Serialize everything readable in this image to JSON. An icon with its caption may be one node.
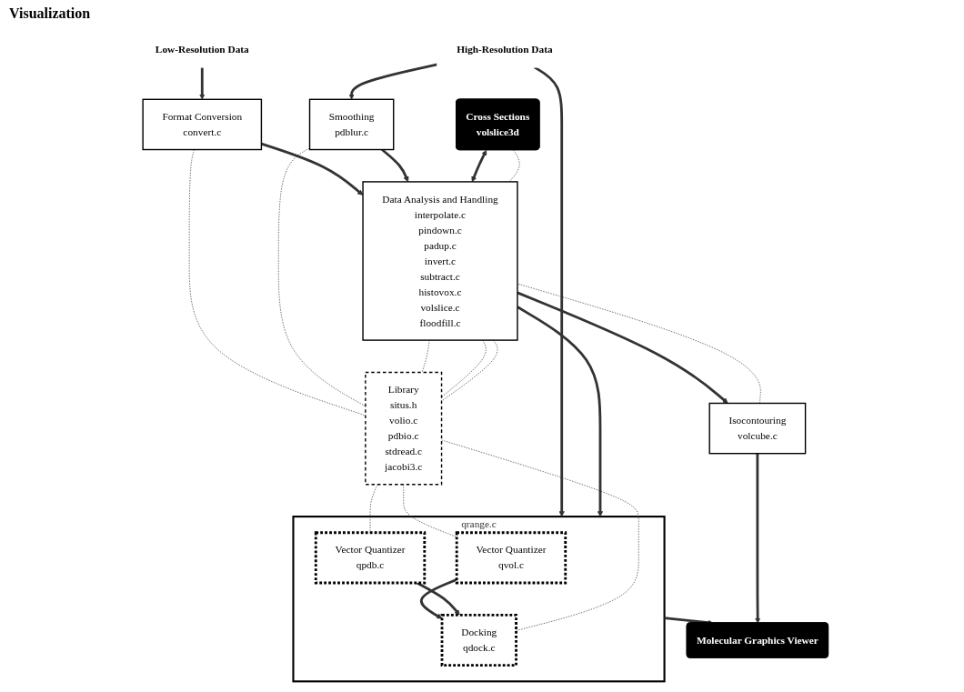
{
  "diagram": {
    "nodes": [
      {
        "text": [
          "Low-Resolution Data"
        ]
      },
      {
        "text": [
          "High-Resolution Data"
        ]
      },
      {
        "text": [
          "Format Conversion",
          "convert.c"
        ]
      },
      {
        "text": [
          "Data Analysis and Handling",
          "interpolate.c",
          "pindown.c",
          "padup.c",
          "invert.c",
          "subtract.c",
          "histovox.c",
          "volslice.c",
          "floodfill.c"
        ]
      },
      {
        "text": [
          "Smoothing",
          "pdblur.c"
        ]
      },
      {
        "text": [
          "Cross Sections",
          "volslice3d"
        ]
      },
      {
        "text": [
          "Library",
          "situs.h",
          "volio.c",
          "pdbio.c",
          "stdread.c",
          "jacobi3.c"
        ]
      },
      {
        "text": [
          "Isocontouring",
          "volcube.c"
        ]
      },
      {
        "text": [
          "Molecular Graphics Viewer"
        ]
      },
      {
        "text": [
          "qrange.c"
        ]
      },
      {
        "text": [
          "Vector Quantizer",
          "qvol.c"
        ],
        "in": 9
      },
      {
        "text": [
          "Docking",
          "qdock.c"
        ],
        "in": 9
      },
      {
        "text": [
          "Vector Quantizer",
          "qpdb.c"
        ],
        "in": 9
      }
    ],
    "edges": [
      {
        "from": 0,
        "to": 2,
        "arrow": "to"
      },
      {
        "from": 2,
        "to": 3,
        "arrow": "to"
      },
      {
        "from": 1,
        "to": 4,
        "arrow": "to"
      },
      {
        "from": 4,
        "to": 3,
        "arrow": "to"
      },
      {
        "from": 1,
        "to": 9,
        "arrow": "to"
      },
      {
        "from": 5,
        "to": 3,
        "arrow": "both"
      },
      {
        "from": 3,
        "to": 7,
        "arrow": "to"
      },
      {
        "from": 7,
        "to": 8,
        "arrow": "to"
      },
      {
        "from": 3,
        "to": 9,
        "arrow": "to"
      },
      {
        "from": 9,
        "to": 8,
        "arrow": "to"
      },
      {
        "from": 10,
        "to": 11,
        "arrow": "to"
      },
      {
        "from": 12,
        "to": 11,
        "arrow": "to"
      },
      {
        "from": 2,
        "to": 6,
        "arrow": "none",
        "style": "dashed"
      },
      {
        "from": 4,
        "to": 6,
        "arrow": "none",
        "style": "dashed"
      },
      {
        "from": 5,
        "to": 3,
        "arrow": "none",
        "style": "dashed"
      },
      {
        "from": 3,
        "to": 6,
        "arrow": "none",
        "style": "dashed"
      },
      {
        "from": 3,
        "to": 6,
        "arrow": "none",
        "style": "dashed"
      },
      {
        "from": 7,
        "to": 3,
        "arrow": "none",
        "style": "dashed"
      },
      {
        "from": 3,
        "to": 6,
        "arrow": "none",
        "style": "dashed"
      },
      {
        "from": 6,
        "to": 10,
        "arrow": "none",
        "style": "dashed"
      },
      {
        "from": 6,
        "to": 11,
        "arrow": "none",
        "style": "dashed"
      },
      {
        "from": 6,
        "to": 12,
        "arrow": "none",
        "style": "dashed"
      }
    ],
    "labels": [
      "Visualization"
    ]
  }
}
